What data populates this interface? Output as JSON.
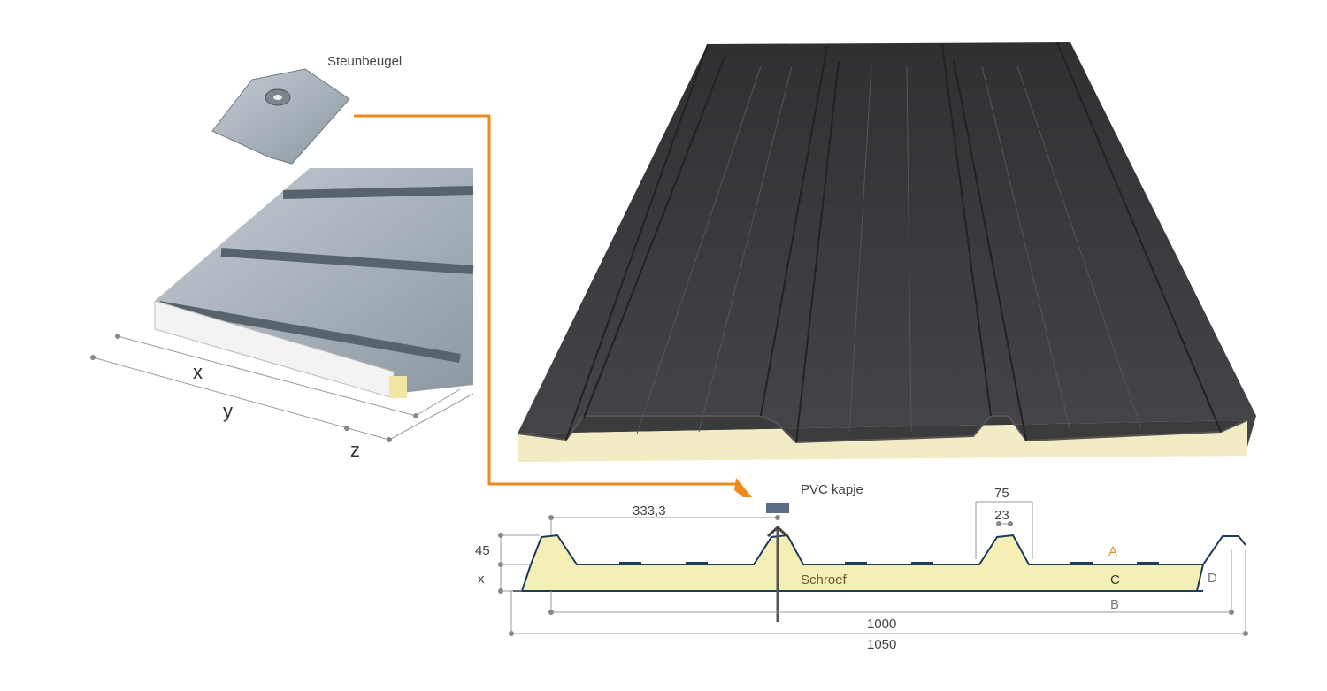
{
  "labels": {
    "bracket": "Steunbeugel",
    "pvc_cap": "PVC kapje",
    "screw": "Schroef",
    "x": "x",
    "y": "y",
    "z": "z"
  },
  "cross_section": {
    "rib_spacing": "333,3",
    "rib_base_width": "75",
    "rib_top_width": "23",
    "rib_height": "45",
    "core_height": "x",
    "cover_width": "1000",
    "total_width": "1050",
    "layer_a": "A",
    "layer_b": "B",
    "layer_c": "C",
    "layer_d": "D"
  },
  "colors": {
    "accent": "#f08a1c",
    "panel": "#3b3c3e",
    "foam": "#f4efb5",
    "steel": "#9aa7b0",
    "profile_line": "#1f3b5c"
  }
}
